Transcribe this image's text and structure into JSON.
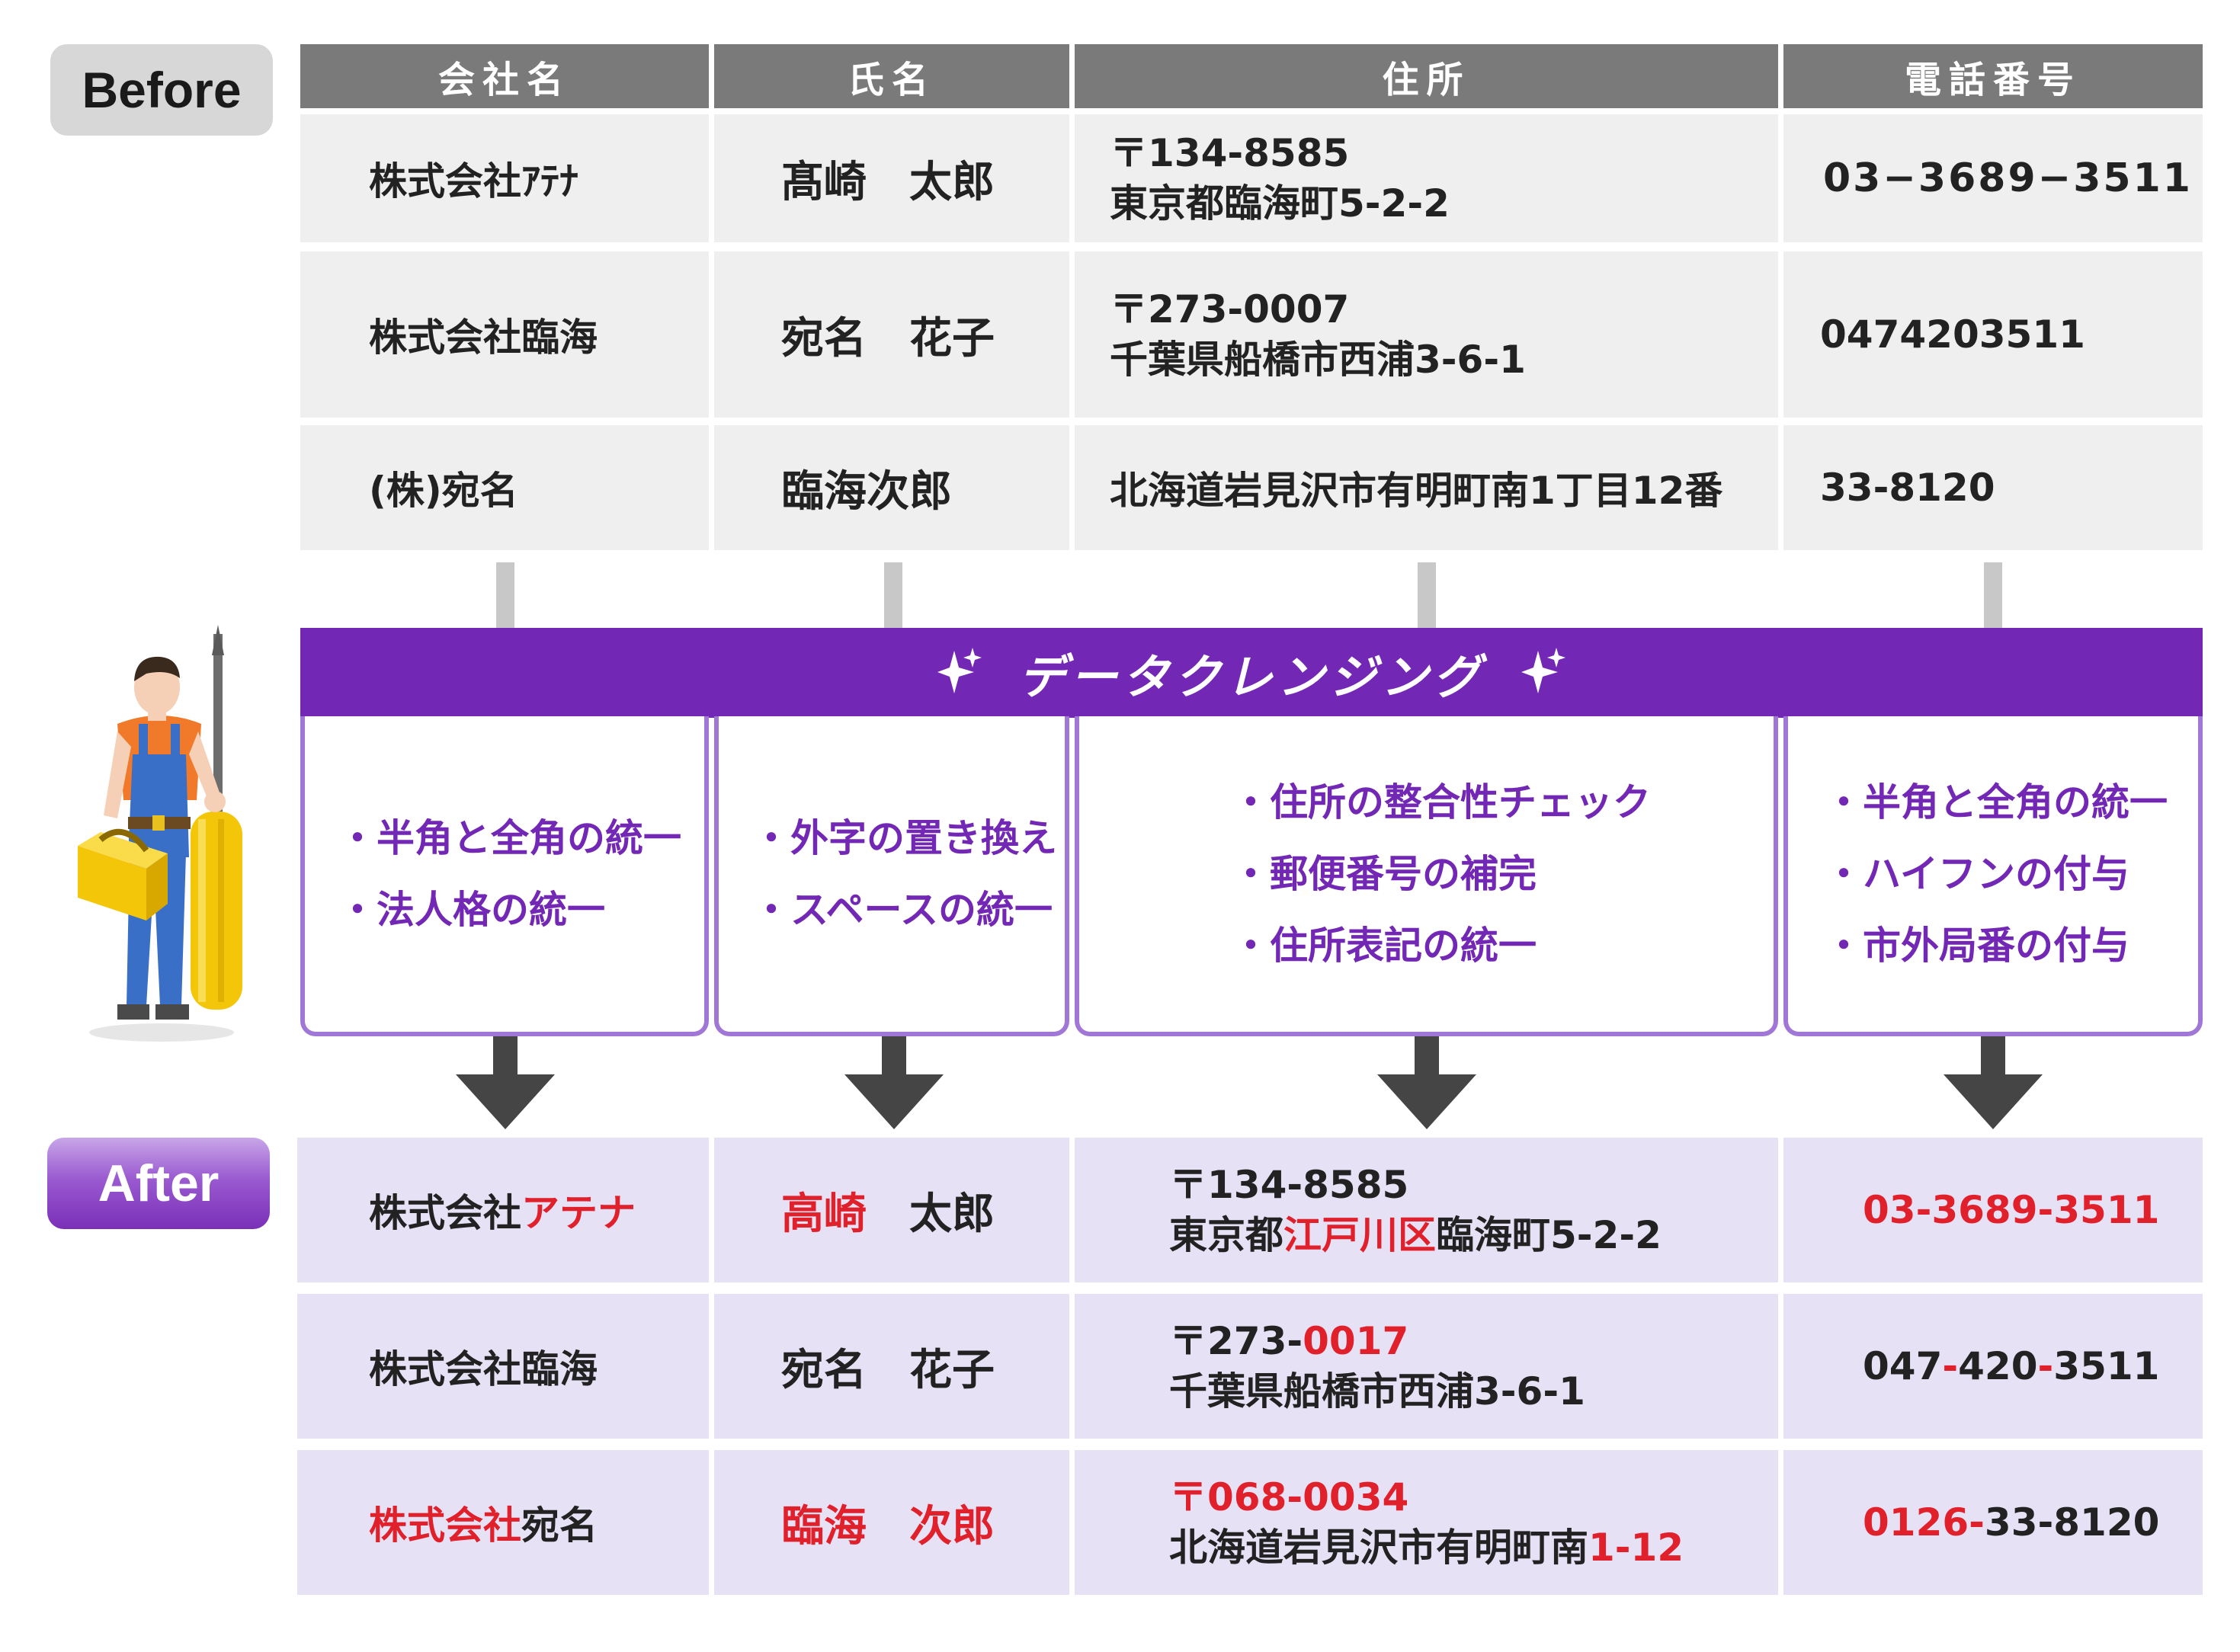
{
  "badges": {
    "before": "Before",
    "after": "After"
  },
  "headers": [
    "会社名",
    "氏名",
    "住所",
    "電話番号"
  ],
  "before_rows": [
    {
      "company": "株式会社ｱﾃﾅ",
      "name": "髙崎　太郎",
      "addr1": "〒134-8585",
      "addr2": "東京都臨海町5-2-2",
      "phone": "03−3689−3511"
    },
    {
      "company": "株式会社臨海",
      "name": "宛名　花子",
      "addr1": "〒273-0007",
      "addr2": "千葉県船橋市西浦3-6-1",
      "phone": "0474203511"
    },
    {
      "company": "(株)宛名",
      "name": "臨海次郎",
      "addr": "北海道岩見沢市有明町南1丁目12番",
      "phone": "33-8120"
    }
  ],
  "cleansing": {
    "title": "データクレンジング",
    "columns": [
      [
        "・半角と全角の統一",
        "・法人格の統一"
      ],
      [
        "・外字の置き換え",
        "・スペースの統一"
      ],
      [
        "・住所の整合性チェック",
        "・郵便番号の補完",
        "・住所表記の統一"
      ],
      [
        "・半角と全角の統一",
        "・ハイフンの付与",
        "・市外局番の付与"
      ]
    ]
  },
  "after_rows": [
    {
      "company": [
        {
          "t": "株式会社",
          "red": false
        },
        {
          "t": "アテナ",
          "red": true
        }
      ],
      "name": [
        {
          "t": "高崎",
          "red": true
        },
        {
          "t": "　太郎",
          "red": false
        }
      ],
      "addr1": [
        {
          "t": "〒134-8585",
          "red": false
        }
      ],
      "addr2": [
        {
          "t": "東京都",
          "red": false
        },
        {
          "t": "江戸川区",
          "red": true
        },
        {
          "t": "臨海町5-2-2",
          "red": false
        }
      ],
      "phone": [
        {
          "t": "03-3689-3511",
          "red": true
        }
      ]
    },
    {
      "company": [
        {
          "t": "株式会社臨海",
          "red": false
        }
      ],
      "name": [
        {
          "t": "宛名　花子",
          "red": false
        }
      ],
      "addr1": [
        {
          "t": "〒273-",
          "red": false
        },
        {
          "t": "0017",
          "red": true
        }
      ],
      "addr2": [
        {
          "t": "千葉県船橋市西浦3-6-1",
          "red": false
        }
      ],
      "phone": [
        {
          "t": "047",
          "red": false
        },
        {
          "t": "-",
          "red": true
        },
        {
          "t": "420",
          "red": false
        },
        {
          "t": "-",
          "red": true
        },
        {
          "t": "3511",
          "red": false
        }
      ]
    },
    {
      "company": [
        {
          "t": "株式会社",
          "red": true
        },
        {
          "t": "宛名",
          "red": false
        }
      ],
      "name": [
        {
          "t": "臨海",
          "red": true
        },
        {
          "t": "　",
          "red": false
        },
        {
          "t": "次郎",
          "red": true
        }
      ],
      "addr1": [
        {
          "t": "〒068-0034",
          "red": true
        }
      ],
      "addr2": [
        {
          "t": "北海道岩見沢市有明町南",
          "red": false
        },
        {
          "t": "1-12",
          "red": true
        }
      ],
      "phone": [
        {
          "t": "0126-",
          "red": true
        },
        {
          "t": "33-8120",
          "red": false
        }
      ]
    }
  ],
  "colors": {
    "header_gray": "#7a7a7a",
    "before_bg": "#efefef",
    "after_bg": "#e6e1f5",
    "purple": "#7228b4",
    "highlight_red": "#e0202a"
  },
  "icons": [
    "worker-illustration",
    "sparkle-icon",
    "down-arrow-icon"
  ]
}
